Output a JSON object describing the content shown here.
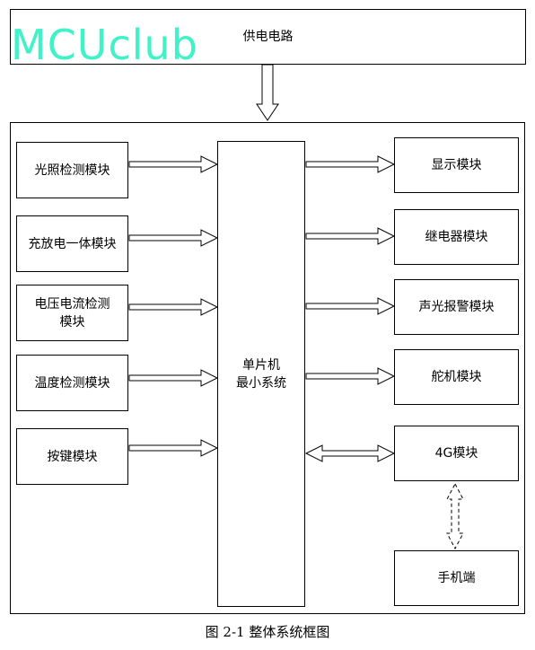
{
  "watermark": "MCUclub",
  "power": "供电电路",
  "mcu_line1": "单片机",
  "mcu_line2": "最小系统",
  "inputs": [
    "光照检测模块",
    "充放电一体模块",
    "电压电流检测模块",
    "温度检测模块",
    "按键模块"
  ],
  "outputs": [
    "显示模块",
    "继电器模块",
    "声光报警模块",
    "舵机模块",
    "4G模块"
  ],
  "phone": "手机端",
  "caption": "图 2-1 整体系统框图"
}
